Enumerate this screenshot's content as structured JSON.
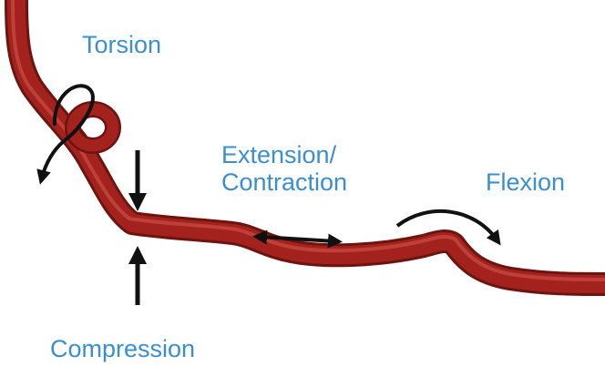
{
  "labels": {
    "torsion": "Torsion",
    "extension_line1": "Extension/",
    "extension_line2": "Contraction",
    "flexion": "Flexion",
    "compression": "Compression"
  },
  "colors": {
    "label_text": "#3a8fd0",
    "artery": "#a3221d",
    "artery_shadow": "#6e1410",
    "artery_highlight": "#d65a50",
    "arrow": "#111111",
    "background": "#ffffff"
  },
  "icons": {
    "torsion_arrow": "curved-rotation-arrow",
    "extension_arrow": "double-headed-arrow",
    "flexion_arrow": "curved-arc-arrow",
    "compression_arrows": "opposing-arrows"
  }
}
